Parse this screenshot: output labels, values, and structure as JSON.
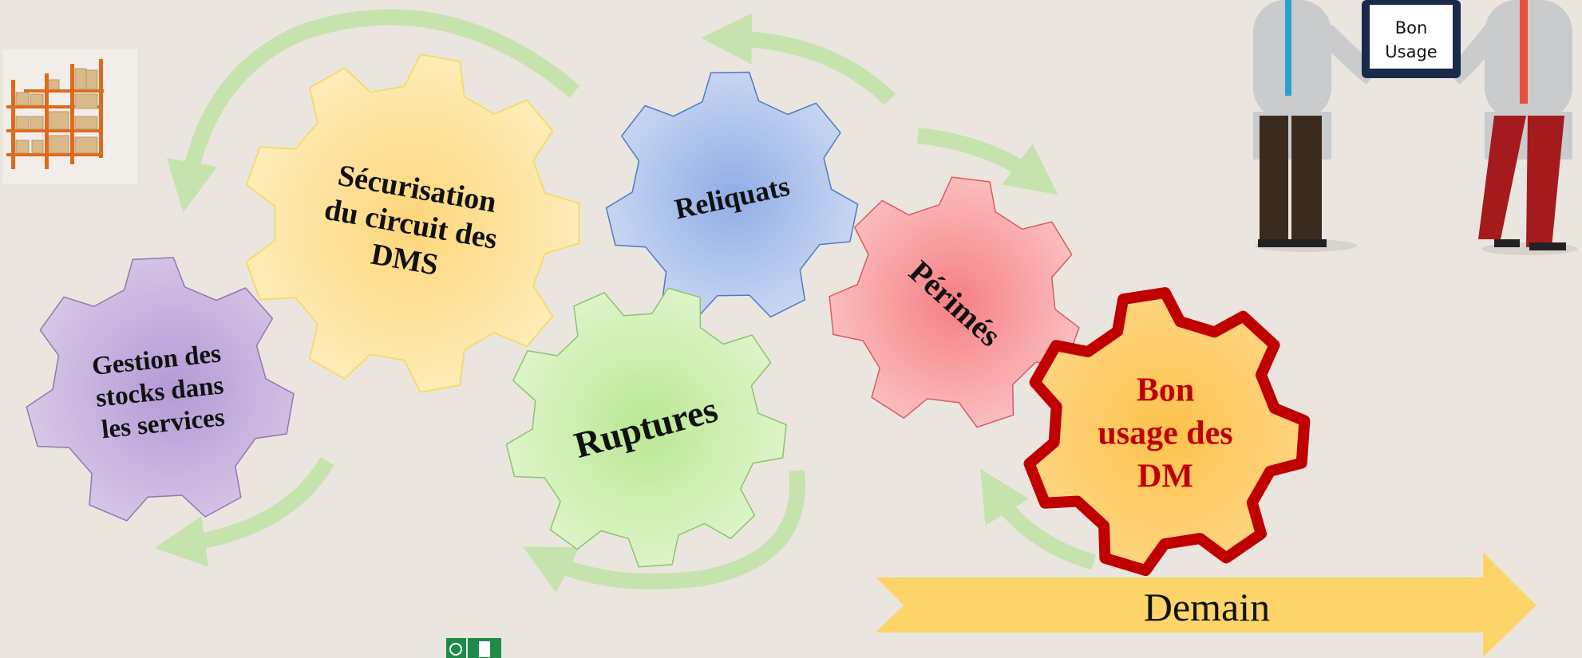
{
  "gears": [
    {
      "id": "gestion",
      "lines": [
        "Gestion des",
        "stocks dans",
        "les services"
      ],
      "fill": "#c9b4e0",
      "center": "#b79cd8",
      "stroke": "#8f7aa8",
      "text_color": "#111111"
    },
    {
      "id": "securisation",
      "lines": [
        "Sécurisation",
        "du circuit des",
        "DMS"
      ],
      "fill": "#fde7a6",
      "center": "#fdd97a",
      "stroke": "#f4dc6a",
      "text_color": "#111111"
    },
    {
      "id": "reliquats",
      "lines": [
        "Reliquats"
      ],
      "fill": "#bcd0f2",
      "center": "#95b2e8",
      "stroke": "#4f79c8",
      "text_color": "#111111"
    },
    {
      "id": "ruptures",
      "lines": [
        "Ruptures"
      ],
      "fill": "#d6f2b8",
      "center": "#bfe89a",
      "stroke": "#8cc46a",
      "text_color": "#111111"
    },
    {
      "id": "perimes",
      "lines": [
        "Périmés"
      ],
      "fill": "#fbaeb0",
      "center": "#f88c8f",
      "stroke": "#d95a60",
      "text_color": "#111111"
    },
    {
      "id": "bon-usage",
      "lines": [
        "Bon",
        "usage des",
        "DM"
      ],
      "fill": "#fdd06a",
      "center": "#fdc451",
      "stroke": "#c00000",
      "text_color": "#c00000"
    }
  ],
  "monitor": {
    "lines": [
      "Bon",
      "Usage"
    ]
  },
  "banner": {
    "label": "Demain",
    "color": "#fcd46a"
  },
  "arrow_color": "#c6e3ae"
}
